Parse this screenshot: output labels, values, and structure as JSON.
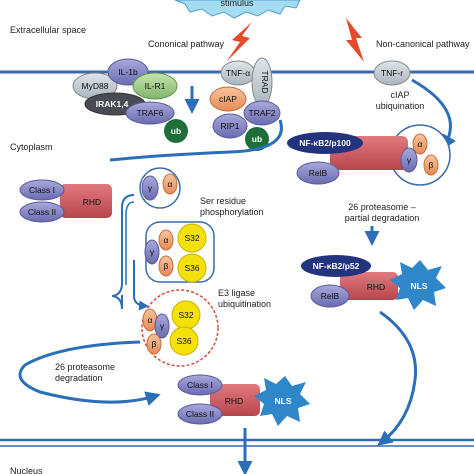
{
  "stimulus": "stimulus",
  "regions": {
    "extracellular": "Extracellular space",
    "cytoplasm": "Cytoplasm",
    "nucleus": "Nucleus"
  },
  "pathways": {
    "canonical": "Cononical pathway",
    "non_canonical": "Non-canonical pathway"
  },
  "receptors": {
    "il1b": "IL-1b",
    "il_r1": "IL-R1",
    "myd88": "MyD88",
    "irak": "IRAK1,4",
    "traf6": "TRAF6",
    "ub": "ub",
    "tnf_a": "TNF-α",
    "trad": "TRAD",
    "ciap": "cIAP",
    "traf2": "TRAF2",
    "rip1": "RIP1",
    "ub2": "ub",
    "tnf_r": "TNF-r"
  },
  "non_canonical": {
    "ciap_ub_line1": "cIAP",
    "ciap_ub_line2": "ubiquination",
    "p100": "NF-κB2/p100",
    "relb": "RelB",
    "alpha": "α",
    "beta": "β",
    "gamma": "γ",
    "proteasome_line1": "26 proteasome –",
    "proteasome_line2": "partial degradation",
    "p52": "NF-κB2/p52",
    "rhd": "RHD",
    "relb2": "RelB",
    "nls": "NLS"
  },
  "canonical": {
    "class_i": "Class I",
    "class_ii": "Class II",
    "rhd": "RHD",
    "gamma": "γ",
    "alpha": "α",
    "beta": "β",
    "s32": "S32",
    "s36": "S36",
    "ser_line1": "Ser residue",
    "ser_line2": "phosphorylation",
    "e3_line1": "E3 ligase",
    "e3_line2": "ubiquitination",
    "degr_line1": "26 proteasome",
    "degr_line2": "degradation",
    "class_i_n": "Class I",
    "class_ii_n": "Class II",
    "rhd_n": "RHD",
    "nls_n": "NLS"
  },
  "colors": {
    "membrane": "#3a6aa8",
    "arrow": "#2a6fb8",
    "green": "#1e6e3a",
    "purple": "#7e7fbf",
    "orange": "#f0a070",
    "yellow": "#f5e10a",
    "red": "#c9555b",
    "star": "#2f86c8",
    "stimulus": "#a6dcf2",
    "bolt": "#e34b2a"
  }
}
